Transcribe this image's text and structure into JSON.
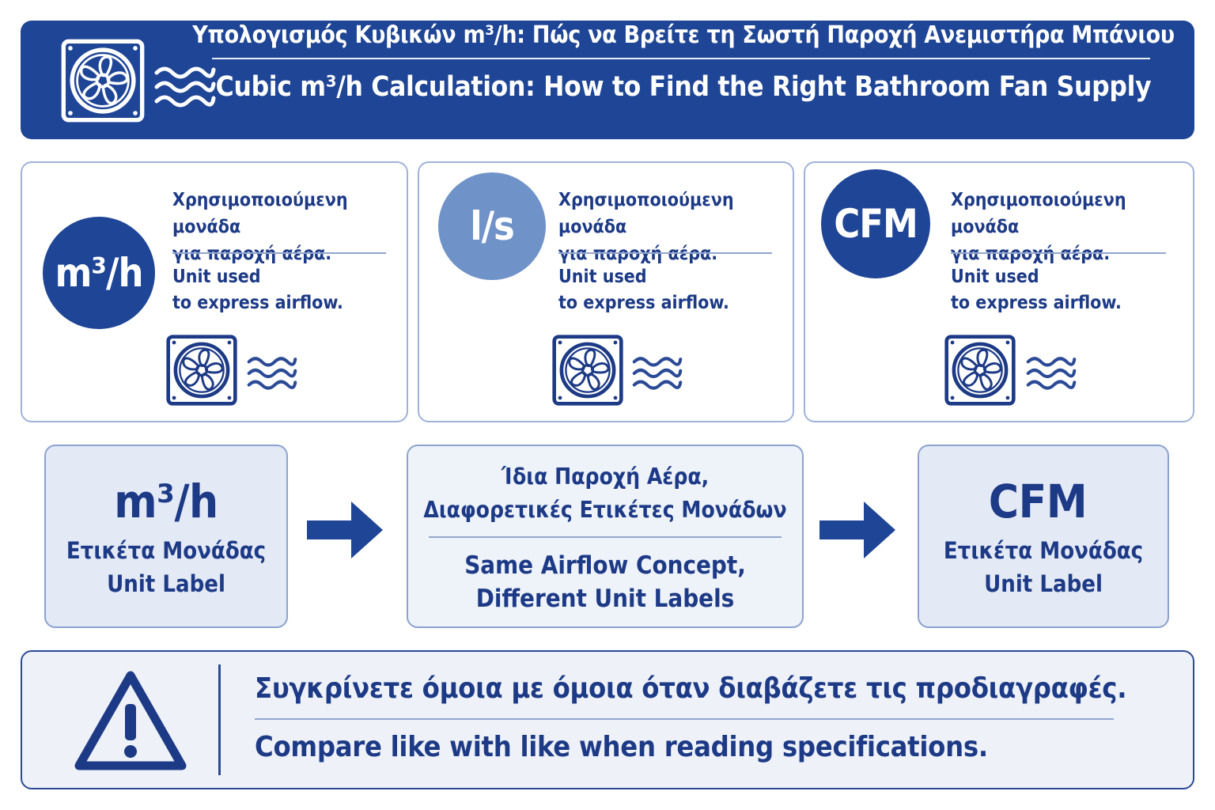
{
  "header": {
    "title_gr": "Υπολογισμός Κυβικών m³/h: Πώς να Βρείτε τη Σωστή Παροχή Ανεμιστήρα Μπάνιου",
    "title_en": "Cubic m³/h Calculation: How to Find the Right Bathroom Fan Supply",
    "icon": "bathroom-fan-icon"
  },
  "cards": [
    {
      "unit": "m³/h",
      "circle_color": "#1f4596",
      "desc_gr_line1": "Χρησιμοποιούμενη μονάδα",
      "desc_gr_line2": "για παροχή αέρα.",
      "desc_en_line1": "Unit used",
      "desc_en_line2": "to express airflow.",
      "icon": "fan-icon"
    },
    {
      "unit": "l/s",
      "circle_color": "#6f92c9",
      "desc_gr_line1": "Χρησιμοποιούμενη μονάδα",
      "desc_gr_line2": "για παροχή αέρα.",
      "desc_en_line1": "Unit used",
      "desc_en_line2": "to express airflow.",
      "icon": "fan-icon"
    },
    {
      "unit": "CFM",
      "circle_color": "#1f4596",
      "desc_gr_line1": "Χρησιμοποιούμενη μονάδα",
      "desc_gr_line2": "για παροχή αέρα.",
      "desc_en_line1": "Unit used",
      "desc_en_line2": "to express airflow.",
      "icon": "fan-icon"
    }
  ],
  "flow": {
    "left": {
      "unit": "m³/h",
      "label_gr": "Ετικέτα Μονάδας",
      "label_en": "Unit Label"
    },
    "center": {
      "gr_line1": "Ίδια Παροχή Αέρα,",
      "gr_line2": "Διαφορετικές Ετικέτες Μονάδων",
      "en_line1": "Same Airflow Concept,",
      "en_line2": "Different Unit Labels"
    },
    "right": {
      "unit": "CFM",
      "label_gr": "Ετικέτα Μονάδας",
      "label_en": "Unit Label"
    },
    "arrow_icon": "arrow-right-icon"
  },
  "note": {
    "text_gr": "Συγκρίνετε όμοια με όμοια όταν διαβάζετε τις προδιαγραφές.",
    "text_en": "Compare like with like when reading specifications.",
    "icon": "warning-icon"
  },
  "colors": {
    "primary": "#1f4596",
    "light_circle": "#6f92c9",
    "panel": "#e3e9f5",
    "text": "#1d3a86"
  }
}
